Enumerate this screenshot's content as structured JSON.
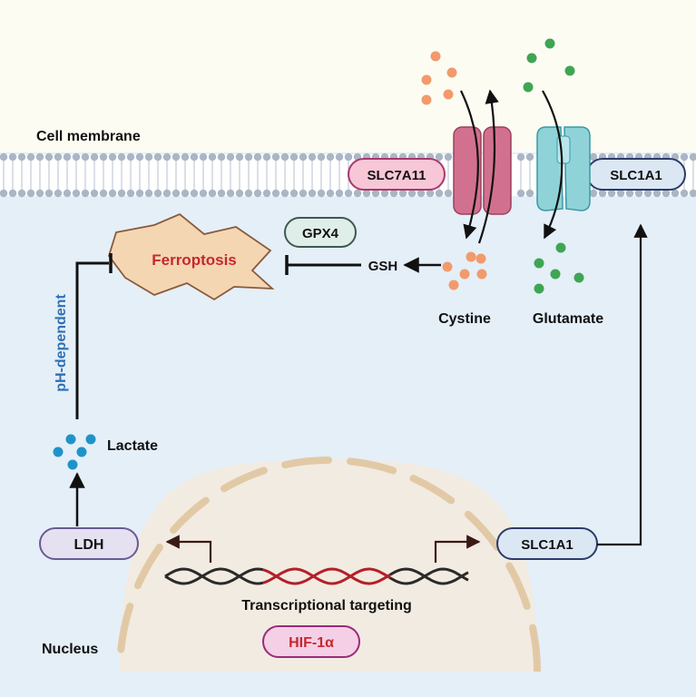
{
  "membrane_label": "Cell membrane",
  "transporters": {
    "slc7a11": "SLC7A11",
    "slc1a1_membrane": "SLC1A1"
  },
  "ferroptosis": "Ferroptosis",
  "gpx4": "GPX4",
  "gsh": "GSH",
  "cystine": "Cystine",
  "glutamate": "Glutamate",
  "ph_dependent": "pH-dependent",
  "lactate": "Lactate",
  "ldh": "LDH",
  "slc1a1_nucleus": "SLC1A1",
  "transcriptional": "Transcriptional targeting",
  "nucleus": "Nucleus",
  "hif1a": "HIF-1α",
  "colors": {
    "background_top": "#fdfcf3",
    "cytoplasm": "#e4eff8",
    "membrane": "#aab6c4",
    "ferroptosis_fill": "#f4d6b3",
    "ferroptosis_text": "#c6282c",
    "slc7a11_fill": "#f7c7d8",
    "slc7a11_stroke": "#a8386a",
    "slc1a1_fill": "#dce7f4",
    "slc1a1_stroke": "#2b3b6b",
    "gpx4_fill": "#dfeee8",
    "gpx4_stroke": "#3c5a52",
    "ldh_fill": "#e6e1f1",
    "ldh_stroke": "#6a5a93",
    "hif_fill": "#f5cfe6",
    "hif_stroke": "#9a2a7a",
    "hif_text": "#c6282c",
    "ph_text": "#2e6fb5",
    "cystine_dot": "#f29a6b",
    "glutamate_dot": "#3fa553",
    "lactate_dot": "#1f93c9",
    "nucleus_fill": "#f2ebe1",
    "nucleus_rim": "#e2c9a6"
  }
}
